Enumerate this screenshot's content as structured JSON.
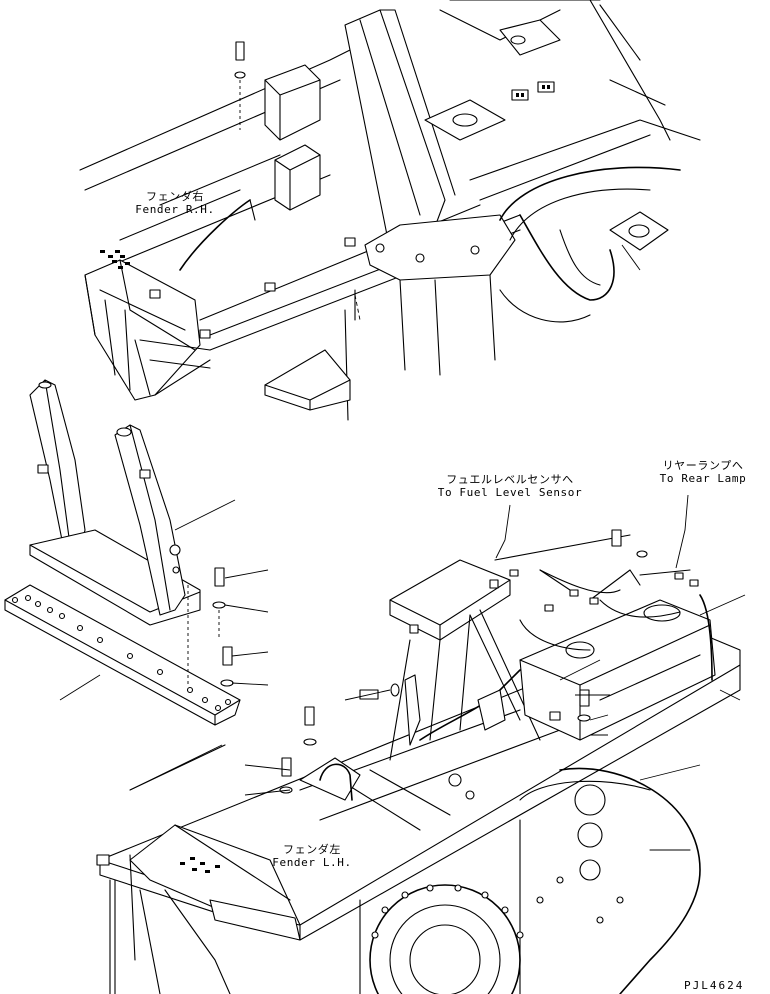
{
  "labels": {
    "fender_rh": {
      "jp": "フェンダ右",
      "en": "Fender R.H."
    },
    "fender_lh": {
      "jp": "フェンダ左",
      "en": "Fender L.H."
    },
    "fuel_sensor": {
      "jp": "フュエルレベルセンサへ",
      "en": "To Fuel Level Sensor"
    },
    "rear_lamp": {
      "jp": "リヤーランプへ",
      "en": "To Rear Lamp"
    },
    "drawing_no": "PJL4624"
  }
}
